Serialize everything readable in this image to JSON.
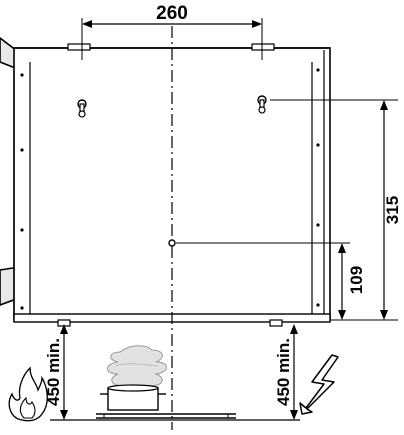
{
  "diagram": {
    "dimensions": {
      "width_top": "260",
      "height_right": "315",
      "height_center_hole": "109",
      "left_clearance": "450 min.",
      "right_clearance": "450 min."
    },
    "icons": {
      "flame": "flame-hazard-icon",
      "pot": "steaming-pot-icon",
      "electric": "electric-hazard-icon"
    },
    "colors": {
      "line": "#000000",
      "cabinet_fill": "#ffffff",
      "accent_grey": "#d9d9d9"
    }
  }
}
